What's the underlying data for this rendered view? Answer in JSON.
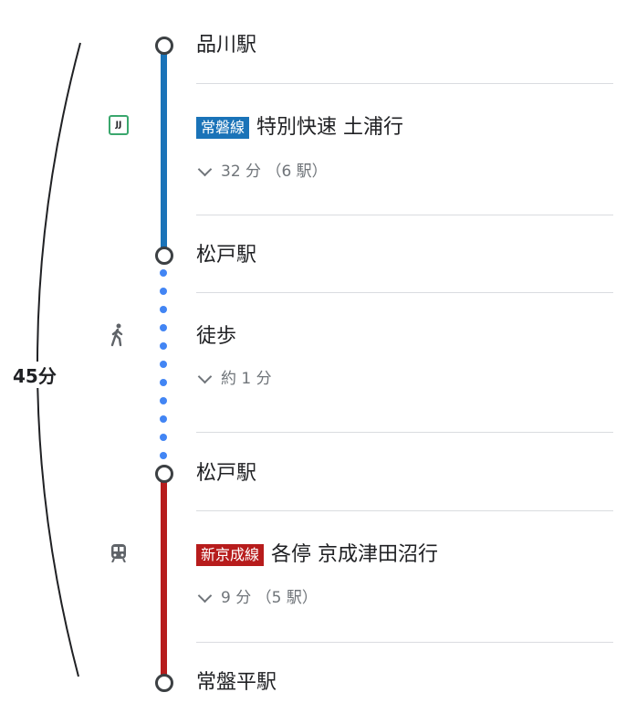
{
  "total_time": "45分",
  "colors": {
    "joban": "#1a73b8",
    "shinkeisei": "#b71c1c",
    "walk": "#4285f4"
  },
  "stations": [
    "品川駅",
    "松戸駅",
    "松戸駅",
    "常盤平駅"
  ],
  "segments": [
    {
      "line": "常磐線",
      "service": "特別快速 土浦行",
      "detail": "32 分 （6 駅）",
      "icon": "jj-line-icon",
      "icon_text": "JJ"
    },
    {
      "line": "",
      "service": "徒歩",
      "detail": "約 1 分",
      "icon": "walk-icon"
    },
    {
      "line": "新京成線",
      "service": "各停 京成津田沼行",
      "detail": "9 分 （5 駅）",
      "icon": "train-icon"
    }
  ]
}
